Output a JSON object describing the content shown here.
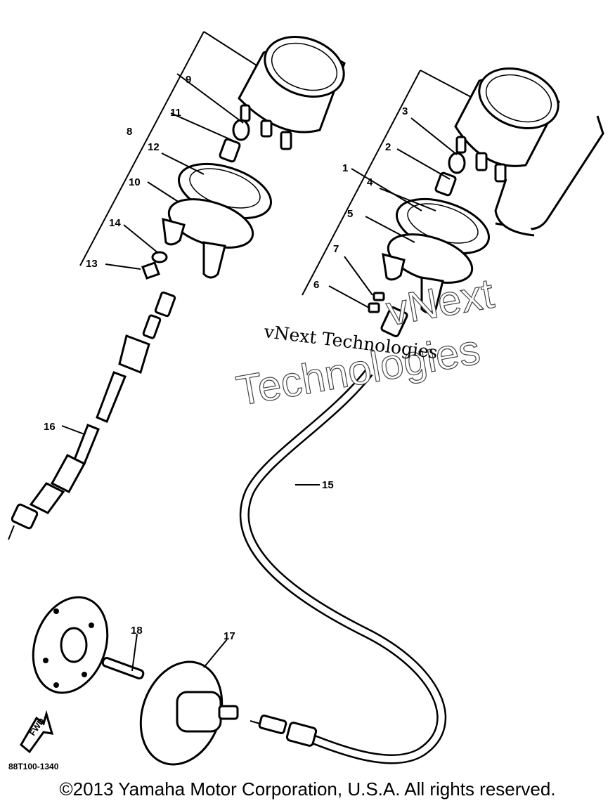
{
  "callouts": {
    "c1": "1",
    "c2": "2",
    "c3": "3",
    "c4": "4",
    "c5": "5",
    "c6": "6",
    "c7": "7",
    "c8": "8",
    "c9": "9",
    "c10": "10",
    "c11": "11",
    "c12": "12",
    "c13": "13",
    "c14": "14",
    "c15": "15",
    "c16": "16",
    "c17": "17",
    "c18": "18"
  },
  "part_code": "88T100-1340",
  "fwd_label": "FWD",
  "watermark": {
    "small": "vNext Technologies",
    "big_line1": "vNext",
    "big_line2": "Technologies"
  },
  "copyright": "©2013 Yamaha Motor Corporation, U.S.A. All rights reserved."
}
